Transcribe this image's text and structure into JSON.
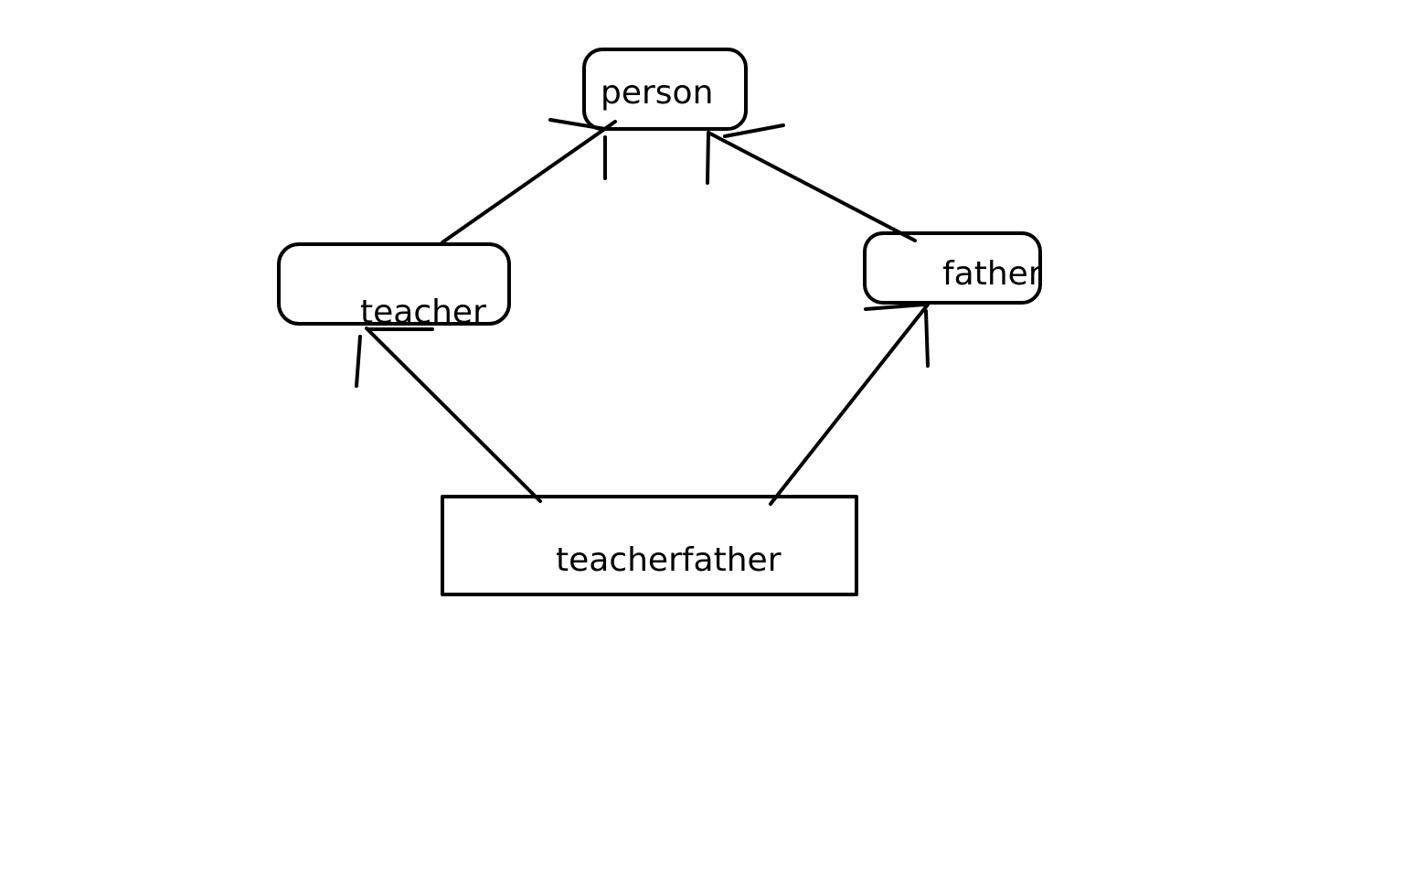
{
  "diagram": {
    "colors": {
      "stroke": "#000000",
      "text": "#000000",
      "background": "#ffffff"
    },
    "nodes": [
      {
        "id": "person",
        "label": "person",
        "shape": "rounded-rectangle"
      },
      {
        "id": "teacher",
        "label": "teacher",
        "shape": "rounded-rectangle"
      },
      {
        "id": "father",
        "label": "father",
        "shape": "rounded-rectangle"
      },
      {
        "id": "teacherfather",
        "label": "teacherfather",
        "shape": "rectangle"
      }
    ],
    "edges": [
      {
        "from": "teacher",
        "to": "person"
      },
      {
        "from": "father",
        "to": "person"
      },
      {
        "from": "teacherfather",
        "to": "teacher"
      },
      {
        "from": "teacherfather",
        "to": "father"
      }
    ]
  }
}
